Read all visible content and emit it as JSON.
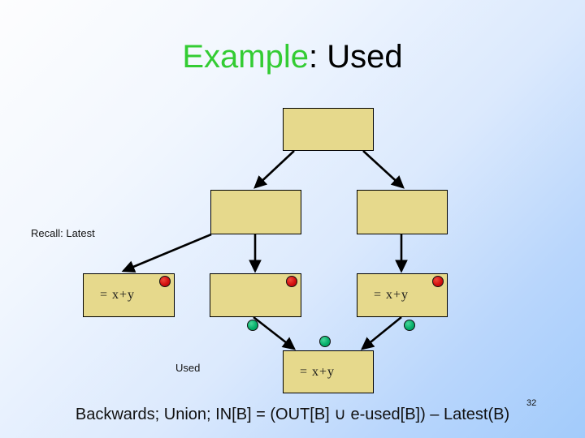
{
  "slide": {
    "title": {
      "highlight": "Example",
      "rest": ": Used"
    },
    "page_number": "32",
    "footer_text": "Backwards; Union; IN[B] = (OUT[B] ∪ e-used[B]) – Latest(B)",
    "background": {
      "from": "#fdfdfe",
      "to": "#a2cbfb"
    },
    "colors": {
      "title_highlight": "#33cc33",
      "title_rest": "#000000",
      "node_fill": "#e6d98c",
      "node_border": "#000000",
      "dot_red": "#d31010",
      "dot_green": "#05b06b",
      "edge": "#000000"
    }
  },
  "captions": [
    {
      "id": "recall-latest",
      "text": "Recall: Latest"
    },
    {
      "id": "used",
      "text": "Used"
    }
  ],
  "nodes": [
    {
      "id": "b1",
      "label": ""
    },
    {
      "id": "b2",
      "label": ""
    },
    {
      "id": "b3",
      "label": ""
    },
    {
      "id": "b4",
      "label": "=  x+y"
    },
    {
      "id": "b5",
      "label": ""
    },
    {
      "id": "b6",
      "label": "=  x+y"
    },
    {
      "id": "b7",
      "label": "=  x+y"
    }
  ],
  "markers": {
    "red_label": "latest-marker",
    "green_label": "used-marker",
    "red_count": 3,
    "green_count": 3
  }
}
